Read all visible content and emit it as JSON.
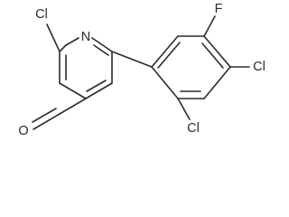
{
  "structure": {
    "atoms": {
      "cl_pyridine": "Cl",
      "n_ring": "N",
      "f_sub": "F",
      "cl_para": "Cl",
      "cl_ortho": "Cl",
      "o_aldehyde": "O"
    },
    "colors": {
      "bond": "#2b2b2b",
      "label": "#2b2b2b",
      "background": "#ffffff"
    }
  }
}
